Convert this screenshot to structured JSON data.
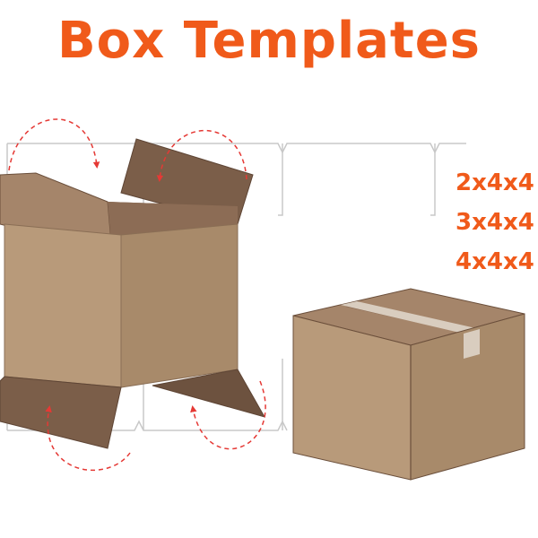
{
  "title": "Box Templates",
  "sizes": [
    "2x4x4",
    "3x4x4",
    "4x4x4"
  ],
  "colors": {
    "accent": "#f05a1a",
    "arrow": "#e53935",
    "outline": "#c8c8c8",
    "cardboard_front": "#b89a7a",
    "cardboard_side": "#a88a6a",
    "cardboard_top": "#a5856a",
    "cardboard_dark": "#7b5e49",
    "tape": "#d9cdbf"
  }
}
